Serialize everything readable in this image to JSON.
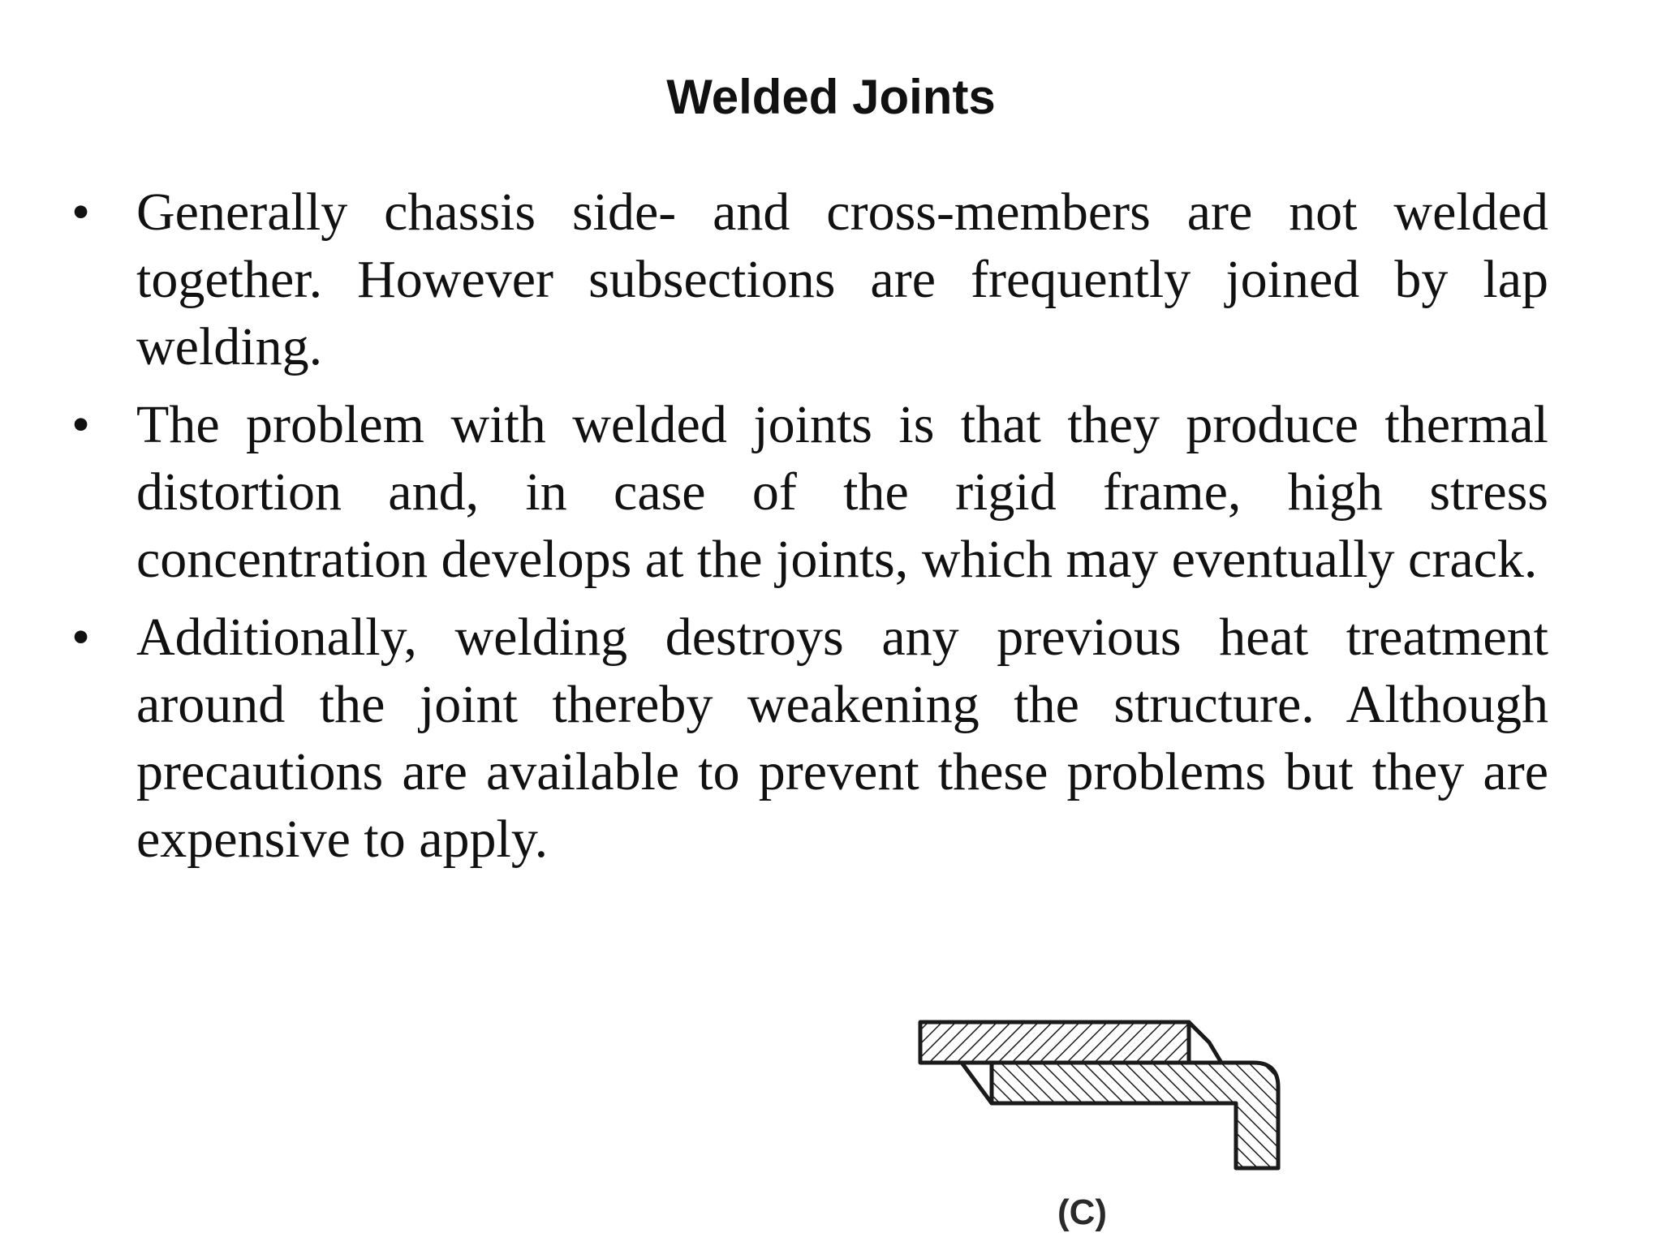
{
  "slide": {
    "title": "Welded Joints",
    "bullets": [
      "Generally chassis side- and cross-members are not welded together. However subsections are frequently joined by lap welding.",
      "The problem with welded joints is that they produce thermal distortion and, in case of the rigid frame, high stress concentration develops at the joints, which may eventually crack.",
      "Additionally, welding destroys any previous heat treatment around the joint thereby weakening the structure. Although precautions are available to prevent these problems but they are expensive to apply."
    ],
    "bullet_symbol": "•",
    "figure": {
      "caption": "(C)"
    }
  },
  "colors": {
    "text": "#111111",
    "background": "#ffffff",
    "drawing": "#1a1a1a"
  }
}
